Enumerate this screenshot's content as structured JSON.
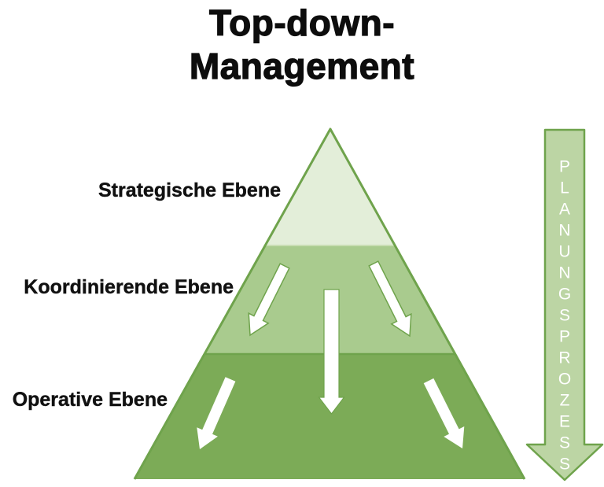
{
  "title": {
    "line1": "Top-down-",
    "line2": "Management"
  },
  "pyramid": {
    "stroke": "#6fa34c",
    "levels": [
      {
        "label": "Strategische Ebene",
        "fill": "#e3eed9"
      },
      {
        "label": "Koordinierende Ebene",
        "fill": "#a9cb8e"
      },
      {
        "label": "Operative Ebene",
        "fill": "#7cab57"
      }
    ],
    "divider_light": "#c9deb4",
    "arrow_color": "#ffffff"
  },
  "planning_arrow": {
    "text": "PLANUNGSPROZESS",
    "fill": "#bcd5a4",
    "stroke": "#6fa34c",
    "letters": [
      "P",
      "L",
      "A",
      "N",
      "U",
      "N",
      "G",
      "S",
      "P",
      "R",
      "O",
      "Z",
      "E",
      "S",
      "S"
    ]
  }
}
